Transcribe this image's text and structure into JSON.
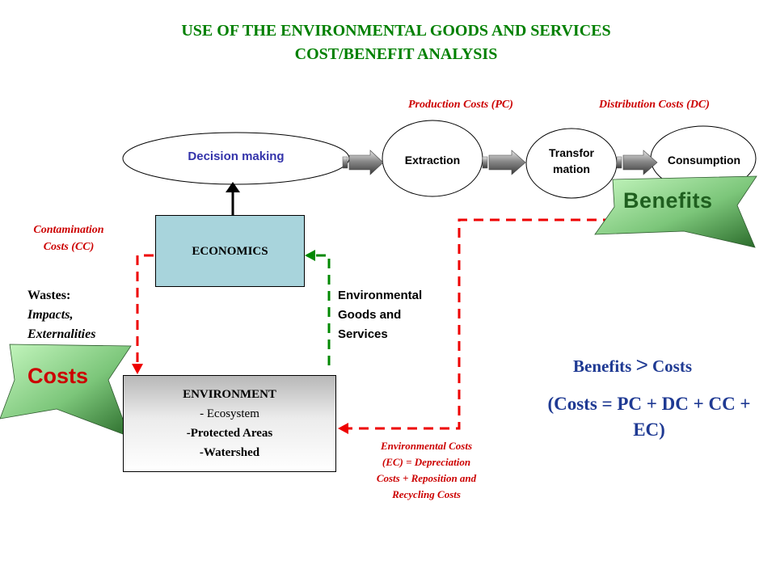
{
  "title": {
    "line1": "USE OF THE ENVIRONMENTAL GOODS AND SERVICES",
    "line2": "COST/BENEFIT ANALYSIS"
  },
  "cost_labels": {
    "production": "Production Costs (PC)",
    "distribution": "Distribution Costs (DC)",
    "contamination": [
      "Contamination",
      "Costs (CC)"
    ],
    "environmental": [
      "Environmental Costs",
      "(EC) = Depreciation",
      "Costs + Reposition and",
      "Recycling Costs"
    ]
  },
  "nodes": {
    "decision": "Decision making",
    "extraction": "Extraction",
    "transformation": [
      "Transfor",
      "mation"
    ],
    "consumption": "Consumption",
    "economics": "ECONOMICS",
    "environment": [
      "ENVIRONMENT",
      "- Ecosystem",
      "-Protected Areas",
      "-Watershed"
    ]
  },
  "flows": {
    "wastes": [
      "Wastes:",
      "Impacts,",
      "Externalities"
    ],
    "goods": [
      "Environmental",
      "Goods and",
      "Services"
    ]
  },
  "badges": {
    "benefits": "Benefits",
    "costs": "Costs"
  },
  "summary": {
    "benefits_word": "Benefits",
    "gt": ">",
    "costs_word": "Costs",
    "formula_line1": "(Costs = PC + DC + CC +",
    "formula_line2": "EC)"
  },
  "colors": {
    "title": "#008000",
    "cost_label": "#cc0000",
    "decision_text": "#3333aa",
    "red_dash": "#ee0000",
    "green_dash": "#008800",
    "summary_blue": "#1f3a93",
    "summary_green": "#007a00",
    "box_fill": "#a8d4dc",
    "star_light": "#b8f0b0",
    "star_dark": "#2e7a2e"
  }
}
